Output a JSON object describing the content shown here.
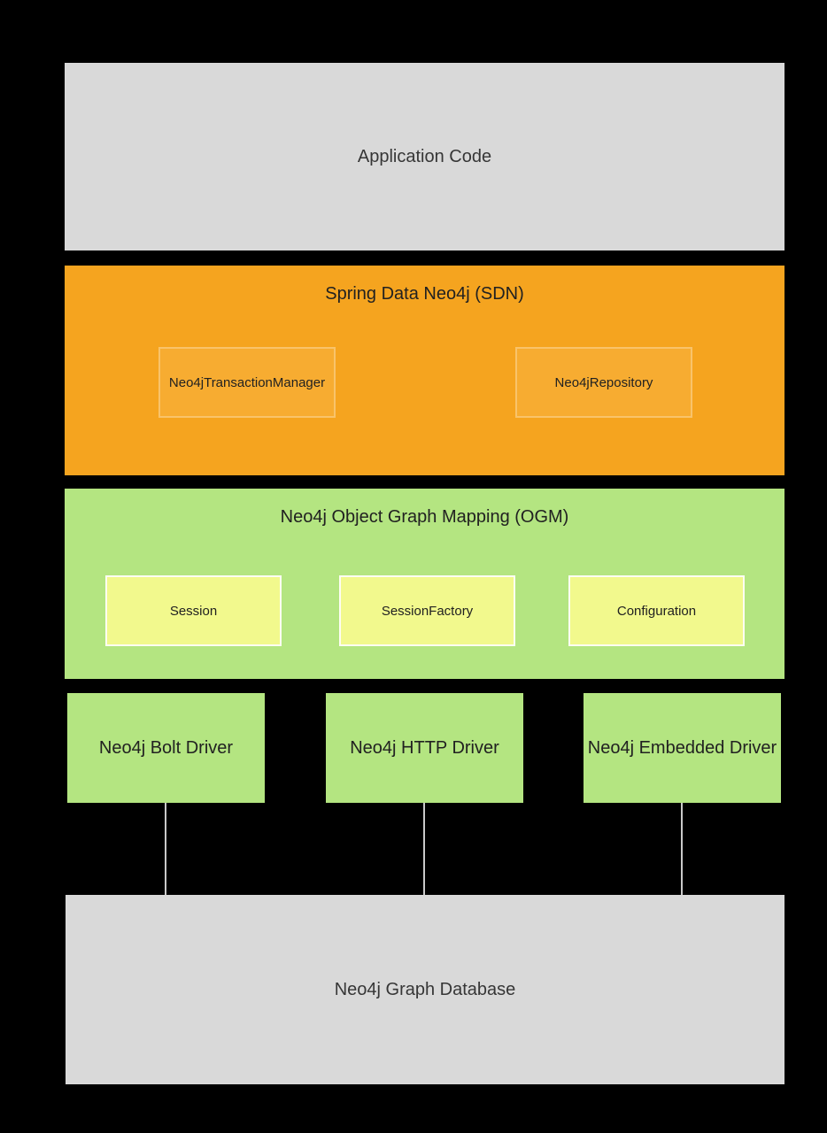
{
  "colors": {
    "background": "#000000",
    "gray_box": "#d9d9d9",
    "orange": "#f5a41f",
    "orange_inner": "#f7ac31",
    "green": "#b4e581",
    "yellow": "#f2f98d",
    "yellow_border": "#fdfdf2",
    "connector": "#c9c9c9",
    "text_dark": "#212121",
    "text_gray_box": "#363636"
  },
  "diagram": {
    "application": {
      "label": "Application Code"
    },
    "sdn": {
      "title": "Spring Data Neo4j (SDN)",
      "components": [
        {
          "label": "Neo4jTransactionManager"
        },
        {
          "label": "Neo4jRepository"
        }
      ]
    },
    "ogm": {
      "title": "Neo4j Object Graph Mapping (OGM)",
      "components": [
        {
          "label": "Session"
        },
        {
          "label": "SessionFactory"
        },
        {
          "label": "Configuration"
        }
      ]
    },
    "drivers": [
      {
        "label": "Neo4j Bolt Driver"
      },
      {
        "label": "Neo4j HTTP Driver"
      },
      {
        "label": "Neo4j Embedded Driver"
      }
    ],
    "database": {
      "label": "Neo4j Graph Database"
    }
  }
}
